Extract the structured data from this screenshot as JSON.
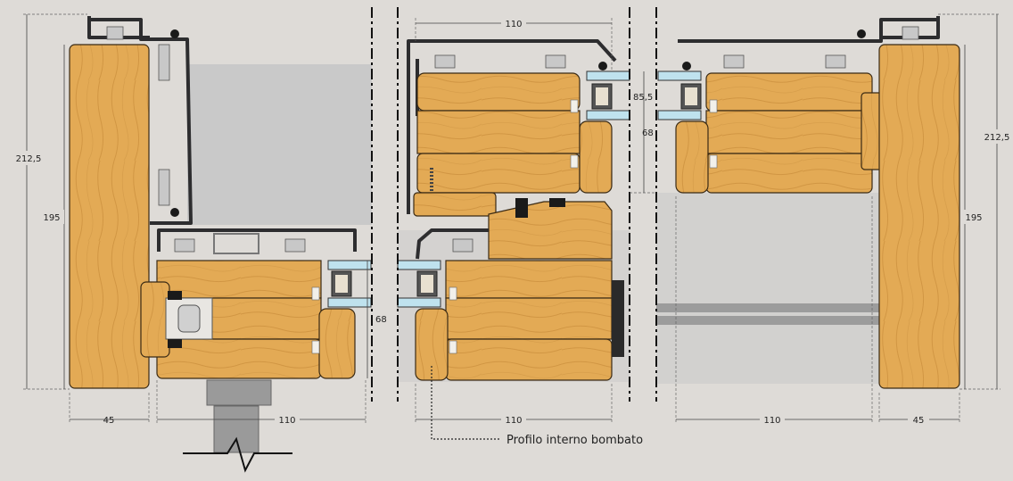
{
  "dimensions": {
    "left_total_height": "212,5",
    "left_frame_height": "195",
    "left_frame_width": "45",
    "left_sash_width": "110",
    "left_glass_depth": "68",
    "center_top_width": "110",
    "center_right_glass_height": "85,5",
    "center_right_glass_depth": "68",
    "center_bottom_width": "110",
    "right_sash_width": "110",
    "right_frame_width": "45",
    "right_total_height": "212,5",
    "right_frame_height": "195"
  },
  "annotation": {
    "label": "Profilo interno bombato"
  },
  "colors": {
    "background": "#dedbd7",
    "wood": "#e2a851",
    "aluminium": "#3c3c3e",
    "glass": "#bfe2ee",
    "glazing_area": "#c9c9c9"
  }
}
